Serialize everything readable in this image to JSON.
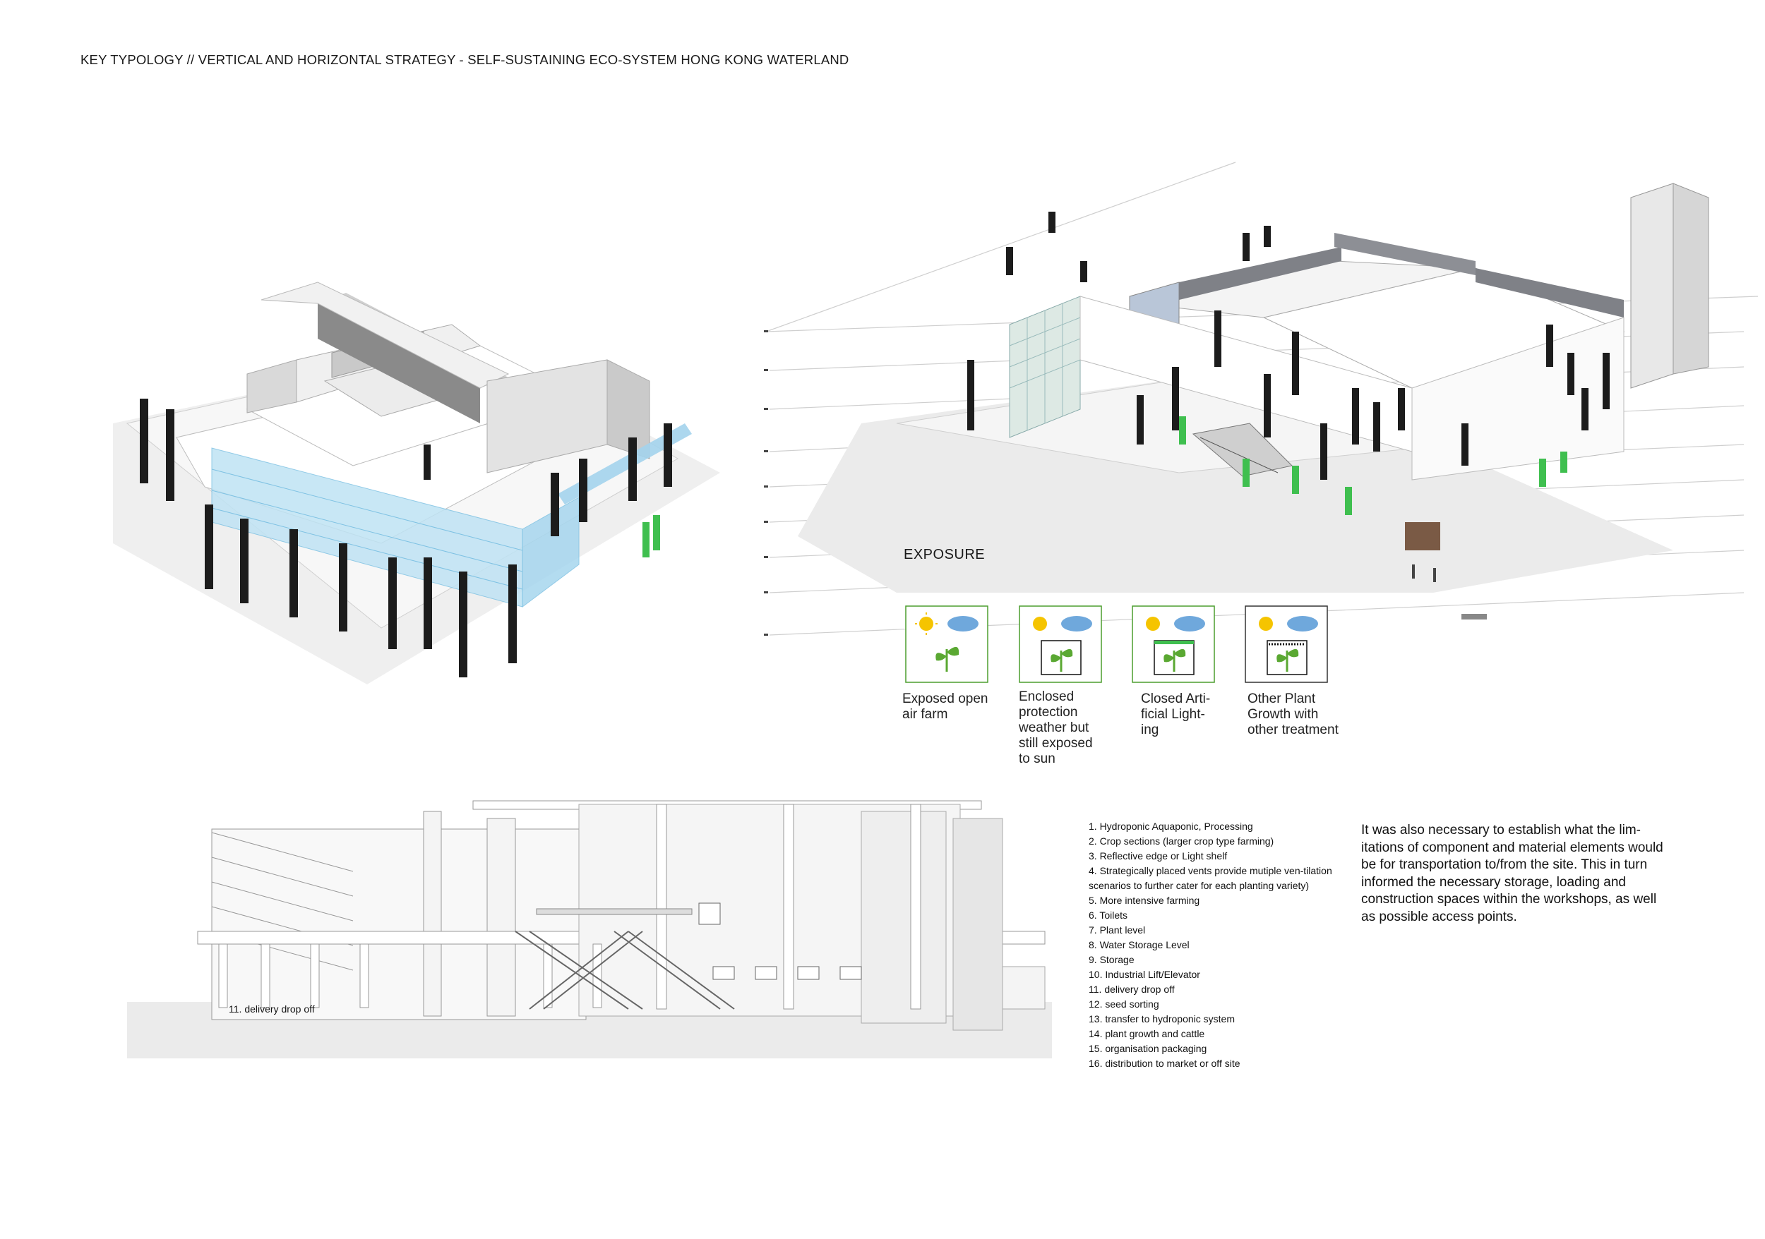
{
  "page": {
    "title": "KEY TYPOLOGY // VERTICAL AND HORIZONTAL STRATEGY - SELF-SUSTAINING ECO-SYSTEM HONG KONG WATERLAND"
  },
  "exposure": {
    "heading": "EXPOSURE",
    "types": [
      {
        "label": "Exposed open air farm",
        "icon": "open-air-plant-icon"
      },
      {
        "label": "Enclosed protection weather but still exposed to sun",
        "icon": "enclosed-plant-icon"
      },
      {
        "label": "Closed Arti-ficial Light-ing",
        "icon": "artificial-light-plant-icon"
      },
      {
        "label": "Other Plant Growth with other treatment",
        "icon": "treated-plant-icon"
      }
    ],
    "colors": {
      "sun": "#f5c400",
      "cloud": "#6fa8dc",
      "plant": "#5aa832",
      "frame": "#4c9e2e"
    }
  },
  "legend": {
    "items": [
      "1.  Hydroponic Aquaponic, Processing",
      "2. Crop sections (larger crop type farming)",
      "3. Reflective edge or Light shelf",
      "4. Strategically placed vents provide mutiple ven-tilation scenarios to further cater for each planting variety)",
      "5. More intensive farming",
      "6. Toilets",
      "7. Plant level",
      "8. Water Storage Level",
      "9. Storage",
      "10. Industrial Lift/Elevator",
      "11. delivery drop off",
      "12. seed sorting",
      "13. transfer to hydroponic system",
      "14. plant growth and cattle",
      "15. organisation packaging",
      "16. distribution to market or off site"
    ]
  },
  "note": {
    "text": "It was also necessary to establish what the lim-itations of component and material elements would be for transportation to/from the site. This in turn informed the necessary storage, loading and construction spaces within the workshops, as well as possible access points."
  },
  "section": {
    "label": "11. delivery drop off"
  },
  "colors": {
    "glass": "#9ed4ec",
    "column": "#1c1c1c",
    "green": "#3fbf4f",
    "slab": "#f2f2f2",
    "roof_dark": "#7b7d82"
  }
}
